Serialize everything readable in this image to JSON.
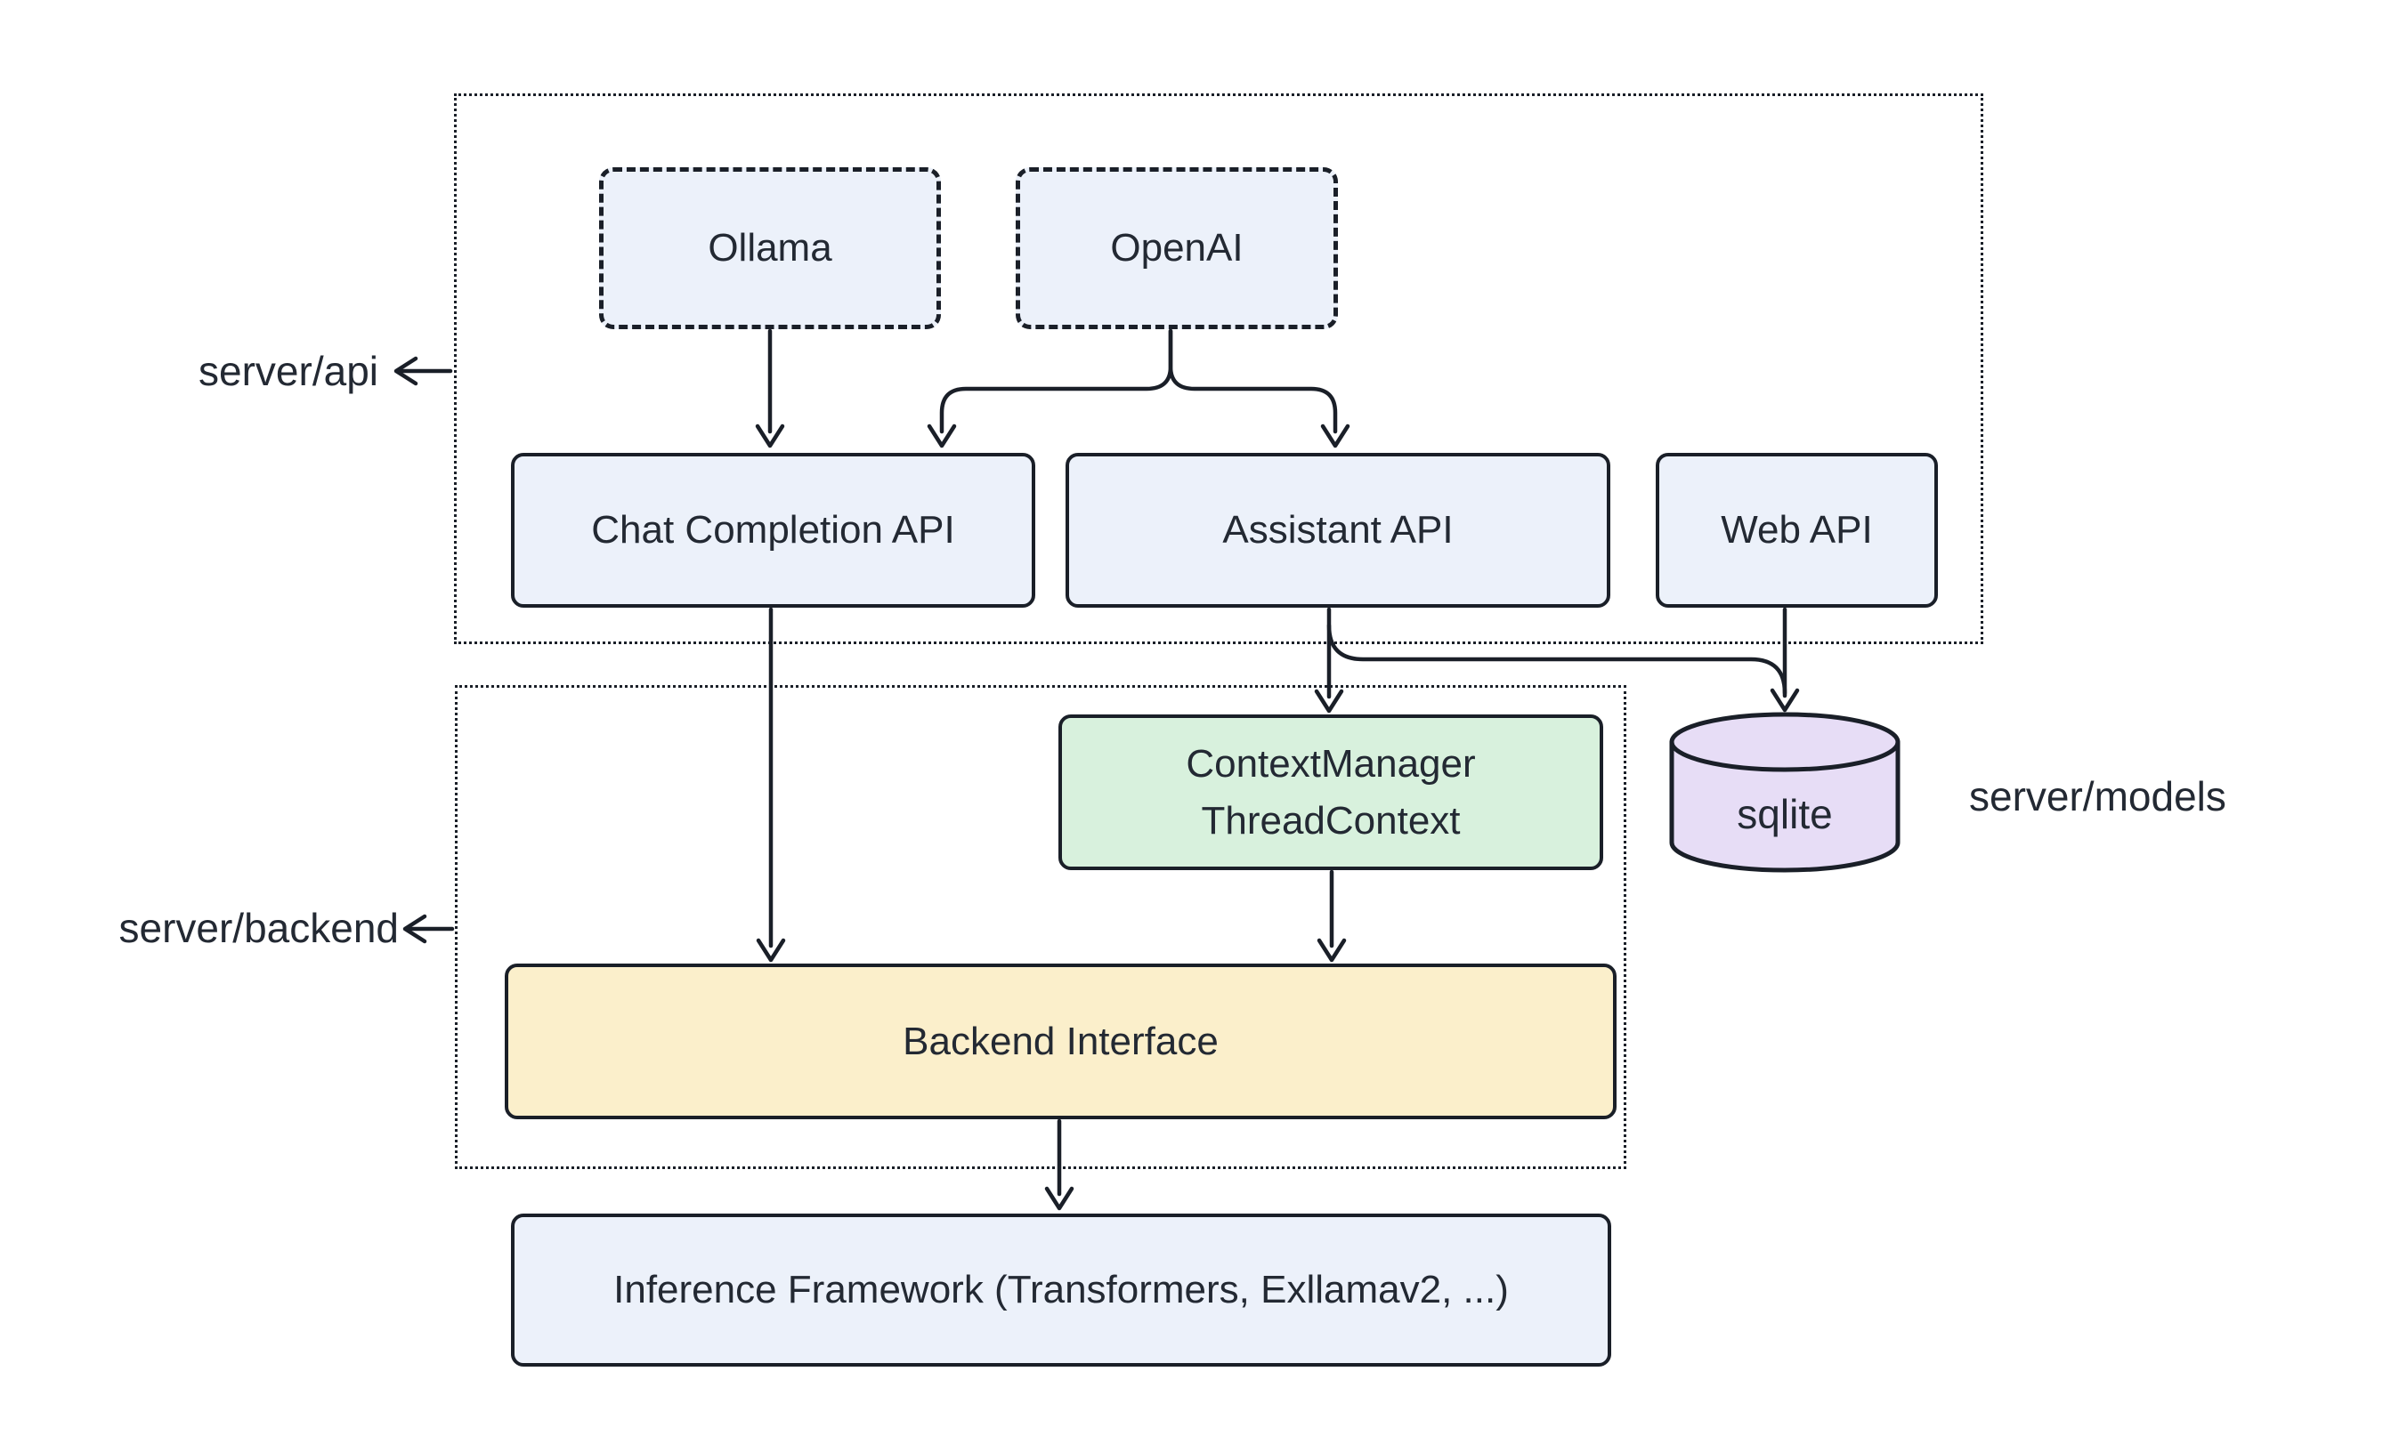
{
  "colors": {
    "background": "#ffffff",
    "stroke": "#1a1f28",
    "text": "#232933",
    "node_blue": "#ecf1fa",
    "node_green": "#d8f1dd",
    "node_yellow": "#fbefcb",
    "node_purple": "#e7ddf6"
  },
  "labels": {
    "server_api": "server/api",
    "server_backend": "server/backend",
    "server_models": "server/models"
  },
  "nodes": {
    "ollama": "Ollama",
    "openai": "OpenAI",
    "chat_completion_api": "Chat Completion API",
    "assistant_api": "Assistant API",
    "web_api": "Web API",
    "context_manager_line1": "ContextManager",
    "context_manager_line2": "ThreadContext",
    "backend_interface": "Backend Interface",
    "inference_framework": "Inference Framework (Transformers, Exllamav2, ...)",
    "sqlite": "sqlite"
  }
}
